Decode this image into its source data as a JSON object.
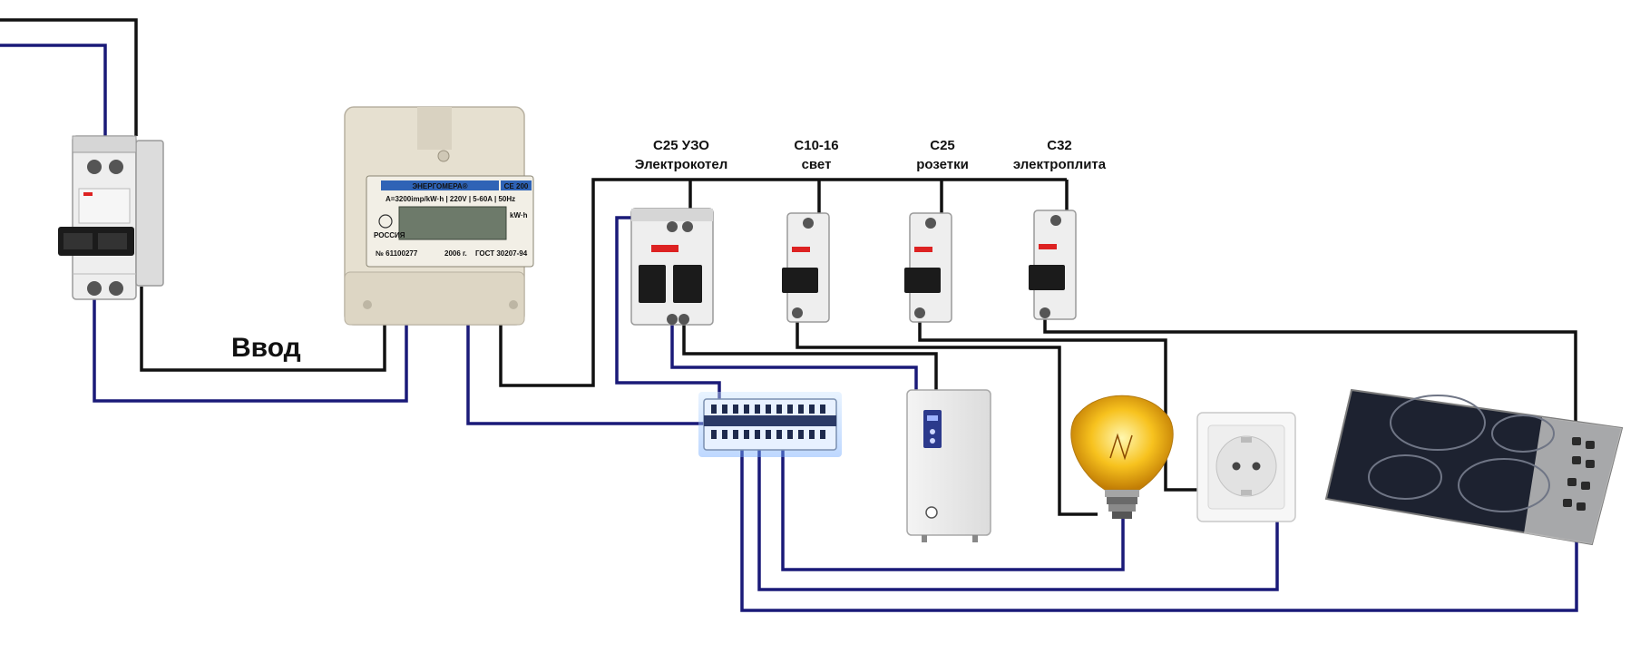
{
  "labels": {
    "input": "Ввод",
    "breakers": [
      {
        "rating": "C25 УЗО",
        "purpose": "Электрокотел"
      },
      {
        "rating": "C10-16",
        "purpose": "свет"
      },
      {
        "rating": "C25",
        "purpose": "розетки"
      },
      {
        "rating": "C32",
        "purpose": "электроплита"
      }
    ]
  },
  "meter": {
    "brand": "ЭНЕРГОМЕРА®",
    "model": "CE 200",
    "spec": "A=3200imp/kW·h | 220V | 5-60A | 50Hz",
    "unit": "kW·h",
    "serial": "№ 61100277",
    "year": "2006 г.",
    "standard": "ГОСТ 30207-94",
    "country": "РОССИЯ"
  },
  "colors": {
    "phase_wire": "#111111",
    "neutral_wire": "#1a1a78",
    "breaker_body": "#eeeeee",
    "meter_body": "#e6e0d0",
    "lamp_glow": "#f7c21e",
    "cooktop": "#1d2230"
  }
}
